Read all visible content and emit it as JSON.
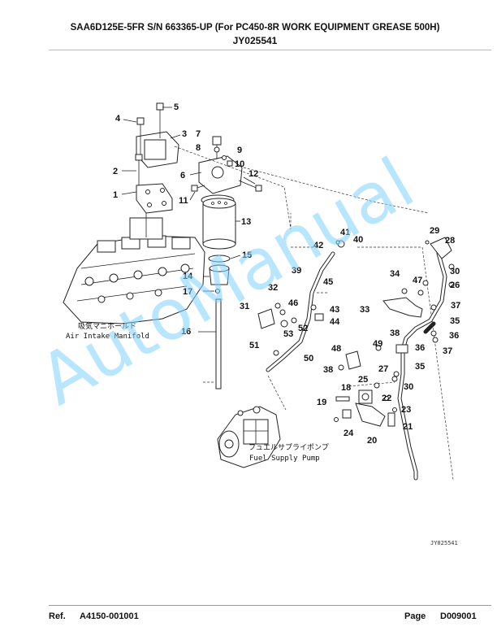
{
  "header": {
    "title": "SAA6D125E-5FR S/N 663365-UP (For PC450-8R WORK EQUIPMENT GREASE 500H)",
    "figure_code": "JY025541"
  },
  "diagram": {
    "callouts": [
      "1",
      "2",
      "3",
      "4",
      "5",
      "6",
      "7",
      "8",
      "9",
      "10",
      "11",
      "12",
      "13",
      "14",
      "15",
      "16",
      "17",
      "18",
      "19",
      "20",
      "21",
      "22",
      "23",
      "24",
      "25",
      "26",
      "27",
      "28",
      "29",
      "30",
      "30",
      "31",
      "32",
      "33",
      "34",
      "35",
      "35",
      "36",
      "36",
      "37",
      "37",
      "38",
      "38",
      "39",
      "40",
      "41",
      "42",
      "43",
      "44",
      "45",
      "46",
      "47",
      "48",
      "49",
      "50",
      "51",
      "52",
      "53"
    ],
    "labels": {
      "intake_jp": "吸気マニホールド",
      "intake_en": "Air Intake Manifold",
      "pump_jp": "フュエルサプライポンプ",
      "pump_en": "Fuel Supply Pump"
    },
    "drawing_code": "JY025541",
    "watermark": "AutoManual"
  },
  "footer": {
    "ref_label": "Ref.",
    "ref_value": "A4150-001001",
    "page_label": "Page",
    "page_value": "D009001"
  }
}
